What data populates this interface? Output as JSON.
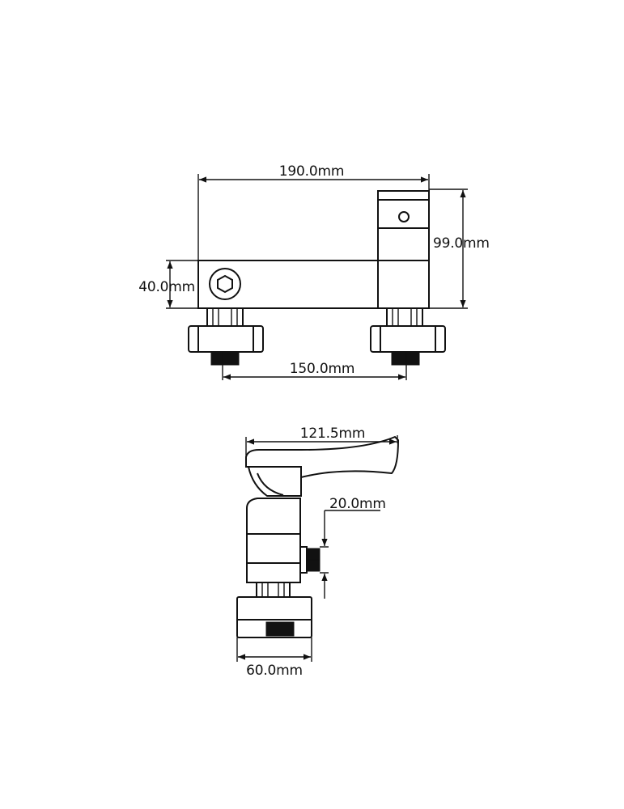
{
  "front_view": {
    "width_label": "190.0mm",
    "height_label": "99.0mm",
    "body_height_label": "40.0mm",
    "centers_label": "150.0mm"
  },
  "side_view": {
    "lever_depth_label": "121.5mm",
    "outlet_label": "20.0mm",
    "base_label": "60.0mm"
  }
}
